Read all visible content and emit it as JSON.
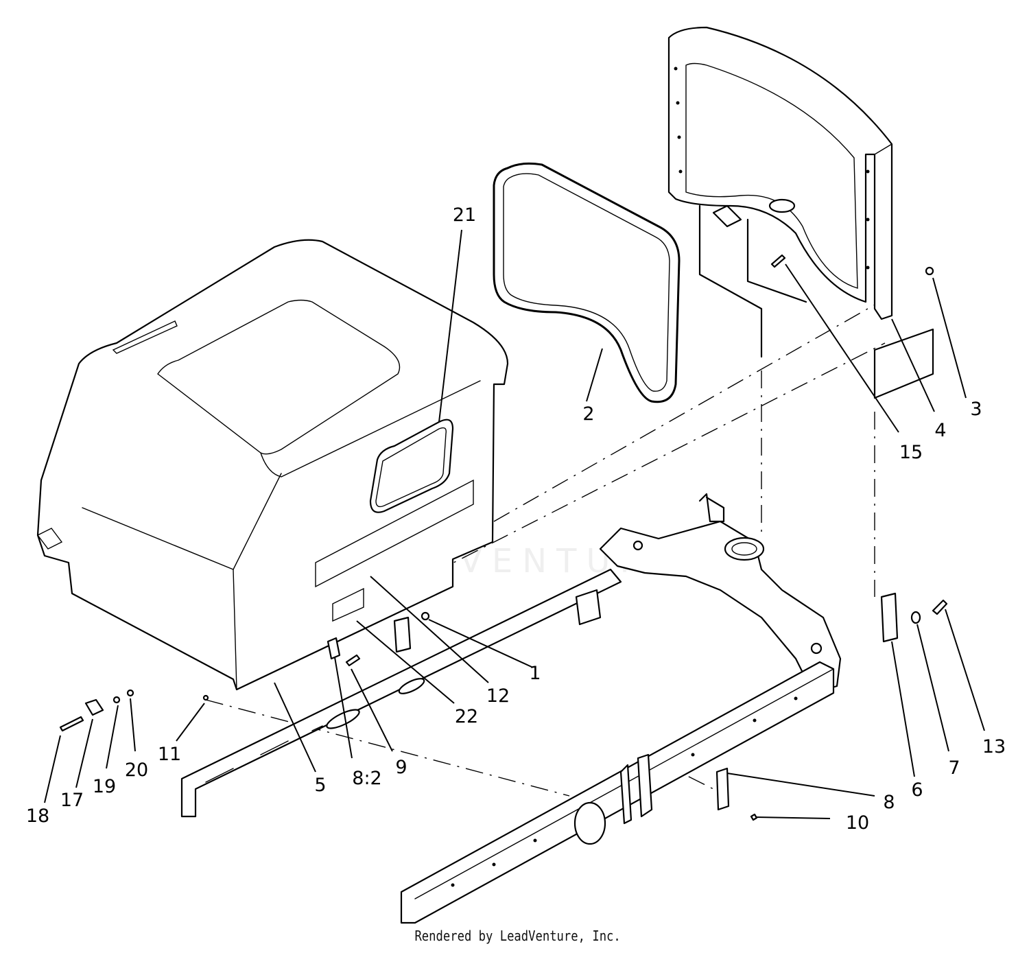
{
  "diagram": {
    "callouts": [
      {
        "id": "c1",
        "label": "1"
      },
      {
        "id": "c2",
        "label": "2"
      },
      {
        "id": "c3",
        "label": "3"
      },
      {
        "id": "c4",
        "label": "4"
      },
      {
        "id": "c5",
        "label": "5"
      },
      {
        "id": "c6",
        "label": "6"
      },
      {
        "id": "c7",
        "label": "7"
      },
      {
        "id": "c8",
        "label": "8"
      },
      {
        "id": "c8b",
        "label": "8:2"
      },
      {
        "id": "c9",
        "label": "9"
      },
      {
        "id": "c10",
        "label": "10"
      },
      {
        "id": "c11",
        "label": "11"
      },
      {
        "id": "c12",
        "label": "12"
      },
      {
        "id": "c13",
        "label": "13"
      },
      {
        "id": "c15",
        "label": "15"
      },
      {
        "id": "c17",
        "label": "17"
      },
      {
        "id": "c18",
        "label": "18"
      },
      {
        "id": "c19",
        "label": "19"
      },
      {
        "id": "c20",
        "label": "20"
      },
      {
        "id": "c21",
        "label": "21"
      },
      {
        "id": "c22",
        "label": "22"
      }
    ]
  },
  "watermark": {
    "text": "LEADVENTURE"
  },
  "footer": {
    "credit": "Rendered by LeadVenture, Inc."
  }
}
